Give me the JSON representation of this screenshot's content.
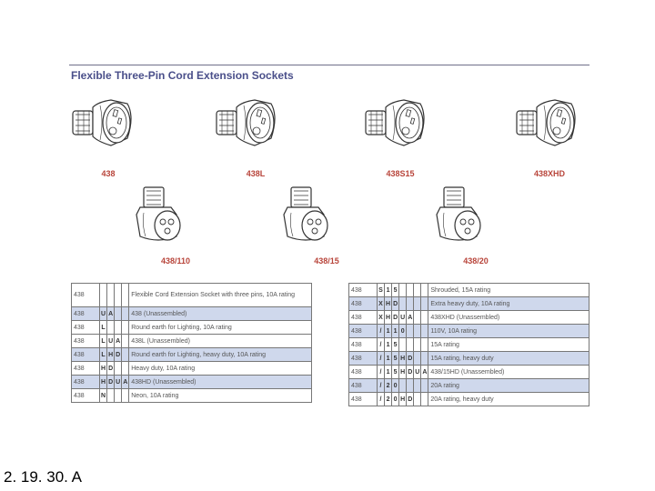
{
  "title": "Flexible Three-Pin Cord Extension Sockets",
  "products": [
    {
      "code": "438"
    },
    {
      "code": "438L"
    },
    {
      "code": "438S15"
    },
    {
      "code": "438XHD"
    },
    {
      "code": "438/110"
    },
    {
      "code": "438/15"
    },
    {
      "code": "438/20"
    }
  ],
  "left_table": [
    {
      "num": "438",
      "c": [
        "",
        "",
        "",
        ""
      ],
      "desc": "Flexible Cord Extension Socket with three pins, 10A rating",
      "tall": true
    },
    {
      "num": "438",
      "c": [
        "U",
        "A",
        "",
        ""
      ],
      "desc": "438 (Unassembled)"
    },
    {
      "num": "438",
      "c": [
        "L",
        "",
        "",
        ""
      ],
      "desc": "Round earth for Lighting, 10A rating"
    },
    {
      "num": "438",
      "c": [
        "L",
        "U",
        "A",
        ""
      ],
      "desc": "438L (Unassembled)"
    },
    {
      "num": "438",
      "c": [
        "L",
        "H",
        "D",
        ""
      ],
      "desc": "Round earth for Lighting, heavy duty, 10A rating"
    },
    {
      "num": "438",
      "c": [
        "H",
        "D",
        "",
        ""
      ],
      "desc": "Heavy duty, 10A rating"
    },
    {
      "num": "438",
      "c": [
        "H",
        "D",
        "U",
        "A"
      ],
      "desc": "438HD (Unassembled)"
    },
    {
      "num": "438",
      "c": [
        "N",
        "",
        "",
        ""
      ],
      "desc": "Neon, 10A rating"
    }
  ],
  "right_table": [
    {
      "num": "438",
      "c": [
        "S",
        "1",
        "5",
        "",
        "",
        "",
        ""
      ],
      "desc": "Shrouded, 15A rating"
    },
    {
      "num": "438",
      "c": [
        "X",
        "H",
        "D",
        "",
        "",
        "",
        ""
      ],
      "desc": "Extra heavy duty, 10A rating"
    },
    {
      "num": "438",
      "c": [
        "X",
        "H",
        "D",
        "U",
        "A",
        "",
        ""
      ],
      "desc": "438XHD (Unassembled)"
    },
    {
      "num": "438",
      "c": [
        "/",
        "1",
        "1",
        "0",
        "",
        "",
        ""
      ],
      "desc": "110V, 10A rating"
    },
    {
      "num": "438",
      "c": [
        "/",
        "1",
        "5",
        "",
        "",
        "",
        ""
      ],
      "desc": "15A rating"
    },
    {
      "num": "438",
      "c": [
        "/",
        "1",
        "5",
        "H",
        "D",
        "",
        ""
      ],
      "desc": "15A rating, heavy duty"
    },
    {
      "num": "438",
      "c": [
        "/",
        "1",
        "5",
        "H",
        "D",
        "U",
        "A"
      ],
      "desc": "438/15HD (Unassembled)"
    },
    {
      "num": "438",
      "c": [
        "/",
        "2",
        "0",
        "",
        "",
        "",
        ""
      ],
      "desc": "20A rating"
    },
    {
      "num": "438",
      "c": [
        "/",
        "2",
        "0",
        "H",
        "D",
        "",
        ""
      ],
      "desc": "20A rating, heavy duty"
    }
  ],
  "footer": "2. 19. 30. A"
}
